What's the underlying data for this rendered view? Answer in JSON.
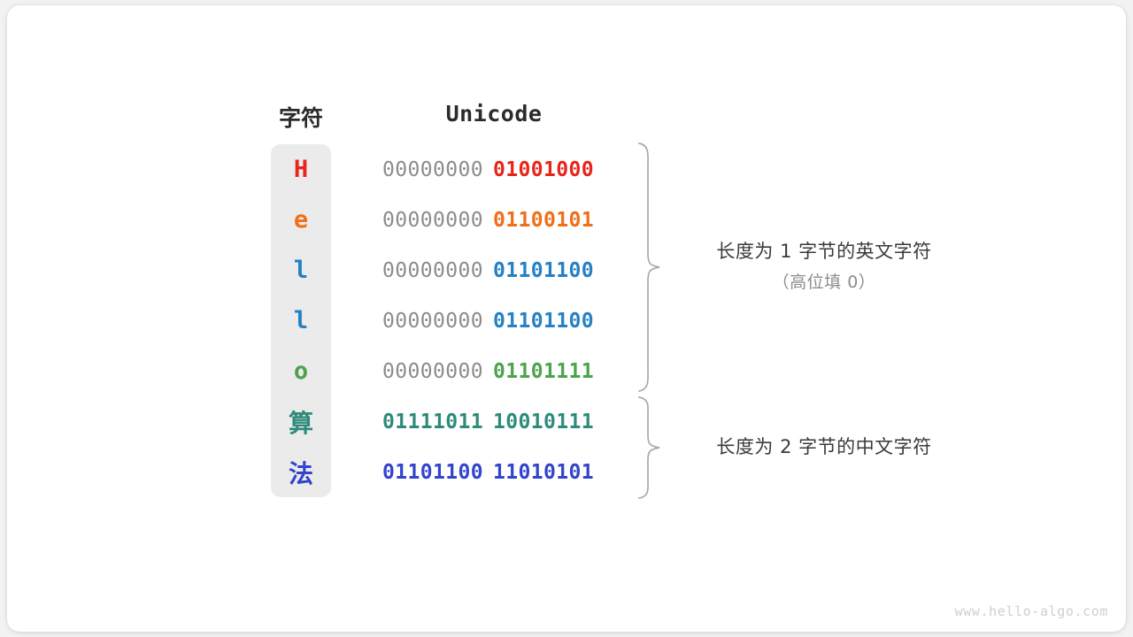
{
  "watermark": "www.hello-algo.com",
  "colors": {
    "background": "#f2f2f2",
    "card": "#ffffff",
    "panel": "#ebebeb",
    "pad_byte": "#8c8c8c",
    "brace": "#aaaaaa",
    "header_text": "#2b2b2b",
    "annotation_text": "#3a3a3a",
    "annotation_sub_text": "#8c8c8c",
    "watermark_text": "#cfcfcf"
  },
  "headers": {
    "character": "字符",
    "unicode": "Unicode"
  },
  "rows": [
    {
      "char": "H",
      "char_color": "#e8251a",
      "script": "latin",
      "high_byte": "00000000",
      "low_byte": "01001000",
      "high_byte_color": "#8c8c8c",
      "low_byte_color": "#e8251a",
      "high_byte_is_padding": true
    },
    {
      "char": "e",
      "char_color": "#f06f19",
      "script": "latin",
      "high_byte": "00000000",
      "low_byte": "01100101",
      "high_byte_color": "#8c8c8c",
      "low_byte_color": "#f06f19",
      "high_byte_is_padding": true
    },
    {
      "char": "l",
      "char_color": "#2580c4",
      "script": "latin",
      "high_byte": "00000000",
      "low_byte": "01101100",
      "high_byte_color": "#8c8c8c",
      "low_byte_color": "#2580c4",
      "high_byte_is_padding": true
    },
    {
      "char": "l",
      "char_color": "#2580c4",
      "script": "latin",
      "high_byte": "00000000",
      "low_byte": "01101100",
      "high_byte_color": "#8c8c8c",
      "low_byte_color": "#2580c4",
      "high_byte_is_padding": true
    },
    {
      "char": "o",
      "char_color": "#4ca34c",
      "script": "latin",
      "high_byte": "00000000",
      "low_byte": "01101111",
      "high_byte_color": "#8c8c8c",
      "low_byte_color": "#4ca34c",
      "high_byte_is_padding": true
    },
    {
      "char": "算",
      "char_color": "#2e8b7a",
      "script": "cjk",
      "high_byte": "01111011",
      "low_byte": "10010111",
      "high_byte_color": "#2e8b7a",
      "low_byte_color": "#2e8b7a",
      "high_byte_is_padding": false
    },
    {
      "char": "法",
      "char_color": "#3344cc",
      "script": "cjk",
      "high_byte": "01101100",
      "low_byte": "11010101",
      "high_byte_color": "#3344cc",
      "low_byte_color": "#3344cc",
      "high_byte_is_padding": false
    }
  ],
  "annotations": [
    {
      "main": "长度为 1 字节的英文字符",
      "sub": "（高位填 0）",
      "covers_rows": "1-5"
    },
    {
      "main": "长度为 2 字节的中文字符",
      "sub": "",
      "covers_rows": "6-7"
    }
  ]
}
